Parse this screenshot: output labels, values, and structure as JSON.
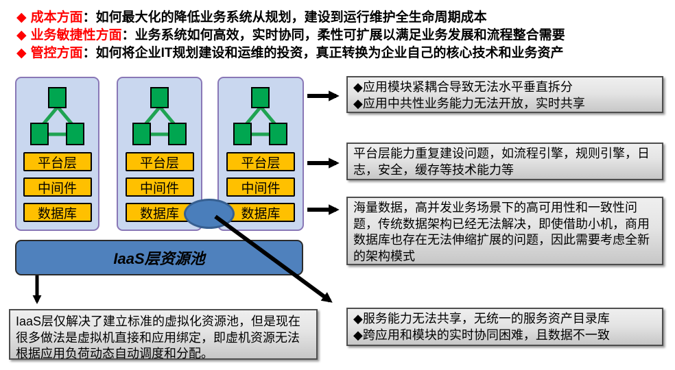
{
  "icons": {
    "diamond": "◆"
  },
  "colors": {
    "bullet_red": "#ff0000",
    "node_green": "#00a650",
    "layer_yellow": "#ffc000",
    "iaas_blue": "#4f81bd",
    "column_fill": "#c9d7ef",
    "column_border": "#8977b6",
    "callout_border": "#4d4d4d"
  },
  "bullets": [
    {
      "head": "成本方面",
      "rest": "：如何最大化的降低业务系统从规划，建设到运行维护全生命周期成本"
    },
    {
      "head": "业务敏捷性方面",
      "rest": "：业务系统如何高效，实时协同，柔性可扩展以满足业务发展和流程整合需要"
    },
    {
      "head": "管控方面",
      "rest": "：如何将企业IT规划建设和运维的投资，真正转换为企业自己的核心技术和业务资产"
    }
  ],
  "columns": [
    {
      "layers": [
        "平台层",
        "中间件",
        "数据库"
      ]
    },
    {
      "layers": [
        "平台层",
        "中间件",
        "数据库"
      ]
    },
    {
      "layers": [
        "平台层",
        "中间件",
        "数据库"
      ]
    }
  ],
  "iaas": {
    "label": "IaaS层资源池"
  },
  "right_boxes": [
    {
      "lines": [
        "◆应用模块紧耦合导致无法水平垂直拆分",
        "◆应用中共性业务能力无法开放，实时共享"
      ]
    },
    {
      "text": "平台层能力重复建设问题，如流程引擎，规则引擎，日志，安全，缓存等技术能力等"
    },
    {
      "text": "海量数据，高并发业务场景下的高可用性和一致性问题，传统数据架构已经无法解决，即使借助小机，商用数据库也存在无法伸缩扩展的问题，因此需要考虑全新的架构模式"
    },
    {
      "lines": [
        "◆服务能力无法共享，无统一的服务资产目录库",
        "◆跨应用和模块的实时协同困难，且数据不一致"
      ]
    }
  ],
  "bottom_left_box": {
    "text": "IaaS层仅解决了建立标准的虚拟化资源池，但是现在很多做法是虚拟机直接和应用绑定，即虚机资源无法根据应用负荷动态自动调度和分配。"
  }
}
